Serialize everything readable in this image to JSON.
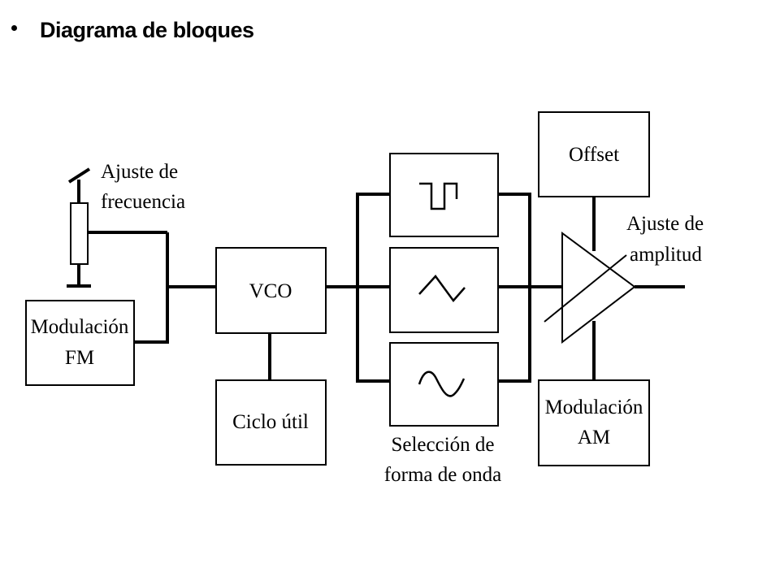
{
  "heading": {
    "bullet": "•",
    "title": "Diagrama de bloques"
  },
  "diagram": {
    "labels": {
      "freq_adjust_line1": "Ajuste de",
      "freq_adjust_line2": "frecuencia",
      "fm_line1": "Modulación",
      "fm_line2": "FM",
      "vco": "VCO",
      "duty_cycle": "Ciclo útil",
      "waveform_sel_line1": "Selección de",
      "waveform_sel_line2": "forma de onda",
      "offset": "Offset",
      "amp_adjust_line1": "Ajuste de",
      "amp_adjust_line2": "amplitud",
      "am_line1": "Modulación",
      "am_line2": "AM"
    },
    "icons": {
      "square_wave": "square-wave-icon",
      "triangle_wave": "triangle-wave-icon",
      "sine_wave": "sine-wave-icon",
      "potentiometer": "potentiometer-icon",
      "amplifier": "amplifier-triangle-icon"
    }
  }
}
